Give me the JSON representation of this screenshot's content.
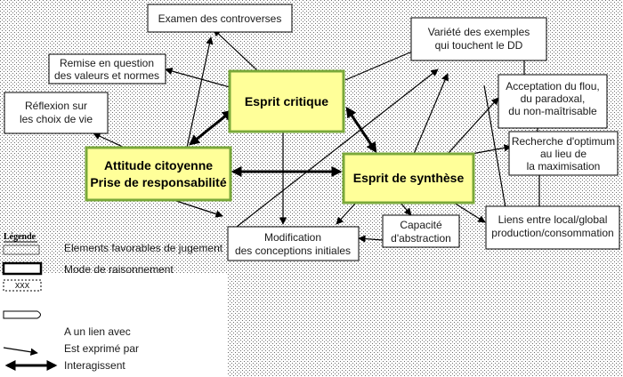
{
  "diagram": {
    "colors": {
      "key_box_fill": "#ffff99",
      "key_box_border": "#7aa93a",
      "dotted_background": "#bdbdbd",
      "line": "#000000"
    },
    "nodes": {
      "esprit_critique": "Esprit critique",
      "attitude_line1": "Attitude citoyenne",
      "attitude_line2": "Prise de responsabilité",
      "esprit_synthese": "Esprit de synthèse",
      "examen": "Examen des controverses",
      "remise_line1": "Remise en question",
      "remise_line2": "des valeurs et normes",
      "reflexion_line1": "Réflexion sur",
      "reflexion_line2": "les choix de vie",
      "variete_line1": "Variété des exemples",
      "variete_line2": "qui touchent le DD",
      "acceptation_line1": "Acceptation du flou,",
      "acceptation_line2": "du paradoxal,",
      "acceptation_line3": "du non-maîtrisable",
      "recherche_line1": "Recherche d'optimum",
      "recherche_line2": "au lieu de",
      "recherche_line3": "la maximisation",
      "capacite_line1": "Capacité",
      "capacite_line2": "d'abstraction",
      "liens_line1": "Liens entre local/global",
      "liens_line2": "production/consommation",
      "modification_line1": "Modification",
      "modification_line2": "des conceptions initiales"
    }
  },
  "legend": {
    "title": "Légende",
    "xxx_label": "XXX",
    "items": {
      "elements": "Elements favorables de jugement",
      "mode": "Mode de raisonnement",
      "lien": "A un lien avec",
      "exprime": "Est exprimé par",
      "interagissent": "Interagissent"
    }
  }
}
